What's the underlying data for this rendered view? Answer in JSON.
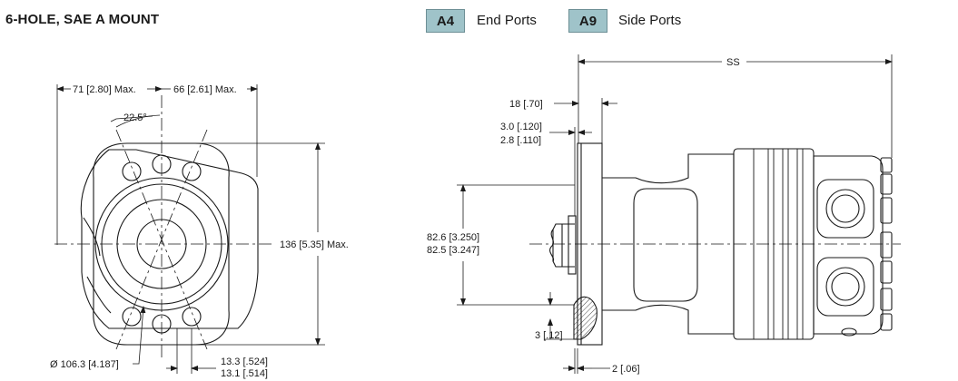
{
  "heading": "6-HOLE, SAE A MOUNT",
  "ports": [
    {
      "code": "A4",
      "label": "End Ports"
    },
    {
      "code": "A9",
      "label": "Side Ports"
    }
  ],
  "colors": {
    "badge_fill": "#9fc3c9",
    "line": "#1a1a1a"
  },
  "front_view": {
    "dim_left_width": "71 [2.80] Max.",
    "dim_right_width": "66 [2.61] Max.",
    "angle": "22.5°",
    "dim_height": "136 [5.35] Max.",
    "bolt_circle": "Ø 106.3 [4.187]",
    "hole_size_max": "13.3 [.524]",
    "hole_size_min": "13.1 [.514]"
  },
  "side_view": {
    "overall_length": "SS",
    "flange_offset": "18 [.70]",
    "flange_thick_max": "3.0 [.120]",
    "flange_thick_min": "2.8 [.110]",
    "pilot_max": "82.6 [3.250]",
    "pilot_min": "82.5 [3.247]",
    "pilot_depth": "3 [.12]",
    "shaft_offset": "2 [.06]"
  }
}
